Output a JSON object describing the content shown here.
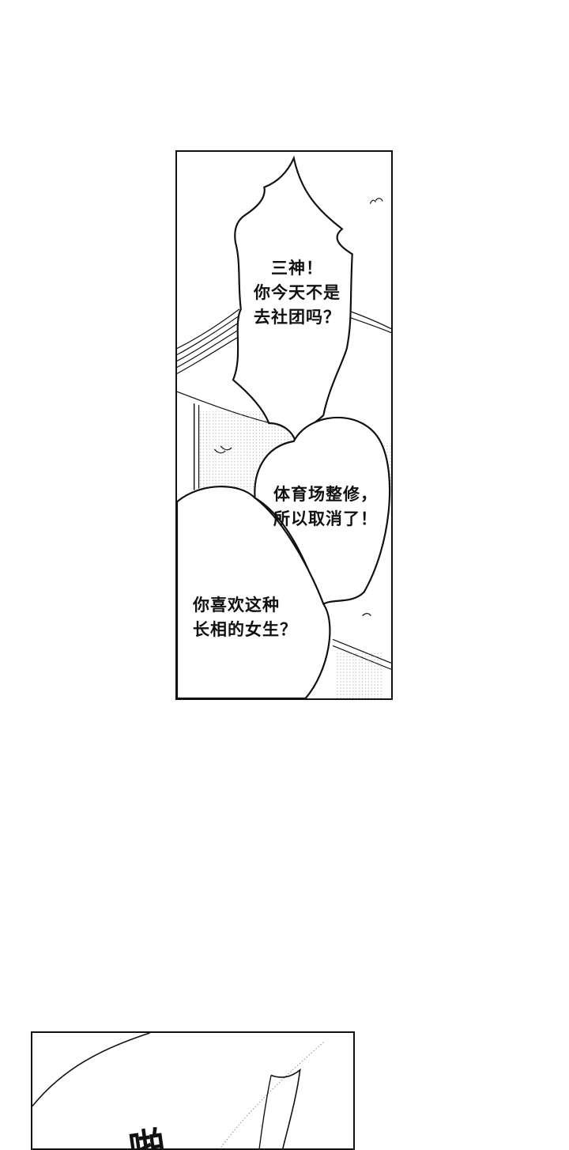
{
  "panels": [
    {
      "bubbles": [
        {
          "text": "三神！\n你今天不是\n去社团吗？"
        },
        {
          "text": "体育场整修，\n所以取消了！"
        },
        {
          "text": "你喜欢这种\n长相的女生？"
        }
      ]
    },
    {
      "sfx": "啪"
    }
  ],
  "colors": {
    "ink": "#111111",
    "paper": "#ffffff",
    "screentone": "#9a9a9a"
  }
}
